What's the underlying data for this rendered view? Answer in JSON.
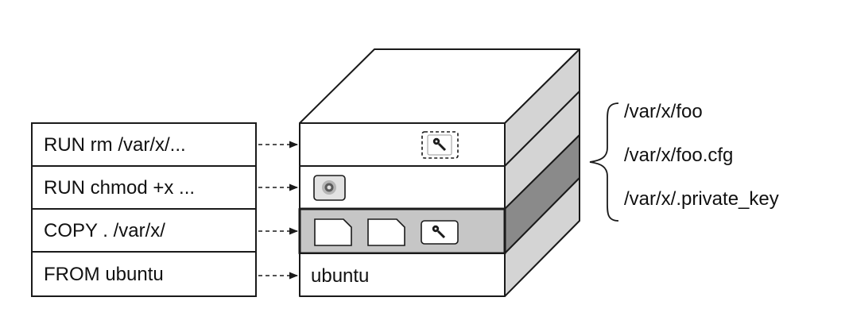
{
  "instructions": [
    "RUN rm /var/x/...",
    "RUN chmod +x ...",
    "COPY . /var/x/",
    "FROM ubuntu"
  ],
  "base_layer_label": "ubuntu",
  "files": [
    "/var/x/foo",
    "/var/x/foo.cfg",
    "/var/x/.private_key"
  ],
  "icons": {
    "hidden_file": "key-icon",
    "modified_file": "gear-icon",
    "copied_files": [
      "document-icon",
      "document-icon",
      "key-icon"
    ]
  },
  "colors": {
    "layer_fill": "#ffffff",
    "copy_layer_fill": "#c6c6c6",
    "side_light": "#d4d4d4",
    "side_dark": "#8a8a8a",
    "stroke": "#1a1a1a"
  }
}
